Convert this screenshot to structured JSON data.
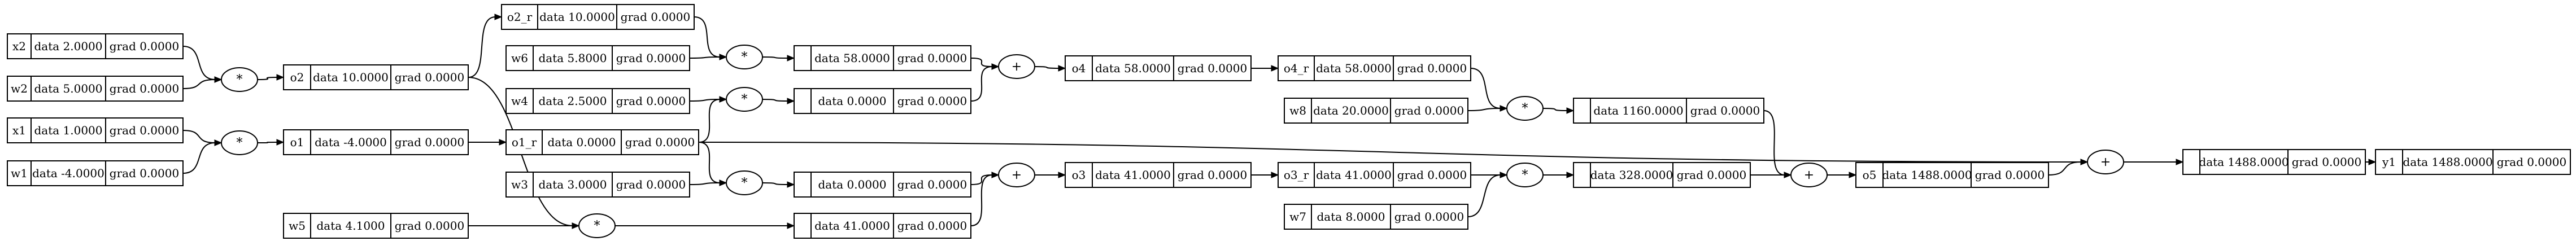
{
  "graph": {
    "direction": "left-to-right",
    "value_nodes": [
      {
        "id": "x2",
        "label": "x2",
        "data": "data 2.0000",
        "grad": "grad 0.0000"
      },
      {
        "id": "w2",
        "label": "w2",
        "data": "data 5.0000",
        "grad": "grad 0.0000"
      },
      {
        "id": "x1",
        "label": "x1",
        "data": "data 1.0000",
        "grad": "grad 0.0000"
      },
      {
        "id": "w1",
        "label": "w1",
        "data": "data -4.0000",
        "grad": "grad 0.0000"
      },
      {
        "id": "o2",
        "label": "o2",
        "data": "data 10.0000",
        "grad": "grad 0.0000"
      },
      {
        "id": "o1",
        "label": "o1",
        "data": "data -4.0000",
        "grad": "grad 0.0000"
      },
      {
        "id": "o2_r",
        "label": "o2_r",
        "data": "data 10.0000",
        "grad": "grad 0.0000"
      },
      {
        "id": "w6",
        "label": "w6",
        "data": "data 5.8000",
        "grad": "grad 0.0000"
      },
      {
        "id": "w4",
        "label": "w4",
        "data": "data 2.5000",
        "grad": "grad 0.0000"
      },
      {
        "id": "o1_r",
        "label": "o1_r",
        "data": "data 0.0000",
        "grad": "grad 0.0000"
      },
      {
        "id": "w3",
        "label": "w3",
        "data": "data 3.0000",
        "grad": "grad 0.0000"
      },
      {
        "id": "w5",
        "label": "w5",
        "data": "data 4.1000",
        "grad": "grad 0.0000"
      },
      {
        "id": "m6",
        "label": "",
        "data": "data 58.0000",
        "grad": "grad 0.0000"
      },
      {
        "id": "m4",
        "label": "",
        "data": "data 0.0000",
        "grad": "grad 0.0000"
      },
      {
        "id": "m3",
        "label": "",
        "data": "data 0.0000",
        "grad": "grad 0.0000"
      },
      {
        "id": "m5",
        "label": "",
        "data": "data 41.0000",
        "grad": "grad 0.0000"
      },
      {
        "id": "o4",
        "label": "o4",
        "data": "data 58.0000",
        "grad": "grad 0.0000"
      },
      {
        "id": "o3",
        "label": "o3",
        "data": "data 41.0000",
        "grad": "grad 0.0000"
      },
      {
        "id": "o4_r",
        "label": "o4_r",
        "data": "data 58.0000",
        "grad": "grad 0.0000"
      },
      {
        "id": "w8",
        "label": "w8",
        "data": "data 20.0000",
        "grad": "grad 0.0000"
      },
      {
        "id": "o3_r",
        "label": "o3_r",
        "data": "data 41.0000",
        "grad": "grad 0.0000"
      },
      {
        "id": "w7",
        "label": "w7",
        "data": "data 8.0000",
        "grad": "grad 0.0000"
      },
      {
        "id": "m8",
        "label": "",
        "data": "data 1160.0000",
        "grad": "grad 0.0000"
      },
      {
        "id": "m7",
        "label": "",
        "data": "data 328.0000",
        "grad": "grad 0.0000"
      },
      {
        "id": "o5",
        "label": "o5",
        "data": "data 1488.0000",
        "grad": "grad 0.0000"
      },
      {
        "id": "s6",
        "label": "",
        "data": "data 1488.0000",
        "grad": "grad 0.0000"
      },
      {
        "id": "y1",
        "label": "y1",
        "data": "data 1488.0000",
        "grad": "grad 0.0000"
      }
    ],
    "op_nodes": [
      {
        "id": "op_o2",
        "symbol": "*"
      },
      {
        "id": "op_o1",
        "symbol": "*"
      },
      {
        "id": "op_m6",
        "symbol": "*"
      },
      {
        "id": "op_m4",
        "symbol": "*"
      },
      {
        "id": "op_m3",
        "symbol": "*"
      },
      {
        "id": "op_m5",
        "symbol": "*"
      },
      {
        "id": "op_o4",
        "symbol": "+"
      },
      {
        "id": "op_o3",
        "symbol": "+"
      },
      {
        "id": "op_m8",
        "symbol": "*"
      },
      {
        "id": "op_m7",
        "symbol": "*"
      },
      {
        "id": "op_o5",
        "symbol": "+"
      },
      {
        "id": "op_s6",
        "symbol": "+"
      }
    ],
    "edges": [
      [
        "x2",
        "op_o2"
      ],
      [
        "w2",
        "op_o2"
      ],
      [
        "op_o2",
        "o2"
      ],
      [
        "x1",
        "op_o1"
      ],
      [
        "w1",
        "op_o1"
      ],
      [
        "op_o1",
        "o1"
      ],
      [
        "o2",
        "o2_r"
      ],
      [
        "o1",
        "o1_r"
      ],
      [
        "o2_r",
        "op_m6"
      ],
      [
        "w6",
        "op_m6"
      ],
      [
        "op_m6",
        "m6"
      ],
      [
        "w4",
        "op_m4"
      ],
      [
        "o1_r",
        "op_m4"
      ],
      [
        "op_m4",
        "m4"
      ],
      [
        "o1_r",
        "op_m3"
      ],
      [
        "w3",
        "op_m3"
      ],
      [
        "op_m3",
        "m3"
      ],
      [
        "w5",
        "op_m5"
      ],
      [
        "o2",
        "op_m5"
      ],
      [
        "op_m5",
        "m5"
      ],
      [
        "m6",
        "op_o4"
      ],
      [
        "m4",
        "op_o4"
      ],
      [
        "op_o4",
        "o4"
      ],
      [
        "m3",
        "op_o3"
      ],
      [
        "m5",
        "op_o3"
      ],
      [
        "op_o3",
        "o3"
      ],
      [
        "o4",
        "o4_r"
      ],
      [
        "o3",
        "o3_r"
      ],
      [
        "o4_r",
        "op_m8"
      ],
      [
        "w8",
        "op_m8"
      ],
      [
        "op_m8",
        "m8"
      ],
      [
        "o3_r",
        "op_m7"
      ],
      [
        "w7",
        "op_m7"
      ],
      [
        "op_m7",
        "m7"
      ],
      [
        "m8",
        "op_o5"
      ],
      [
        "m7",
        "op_o5"
      ],
      [
        "op_o5",
        "o5"
      ],
      [
        "o1_r",
        "op_s6"
      ],
      [
        "o5",
        "op_s6"
      ],
      [
        "op_s6",
        "s6"
      ],
      [
        "s6",
        "y1"
      ]
    ]
  }
}
